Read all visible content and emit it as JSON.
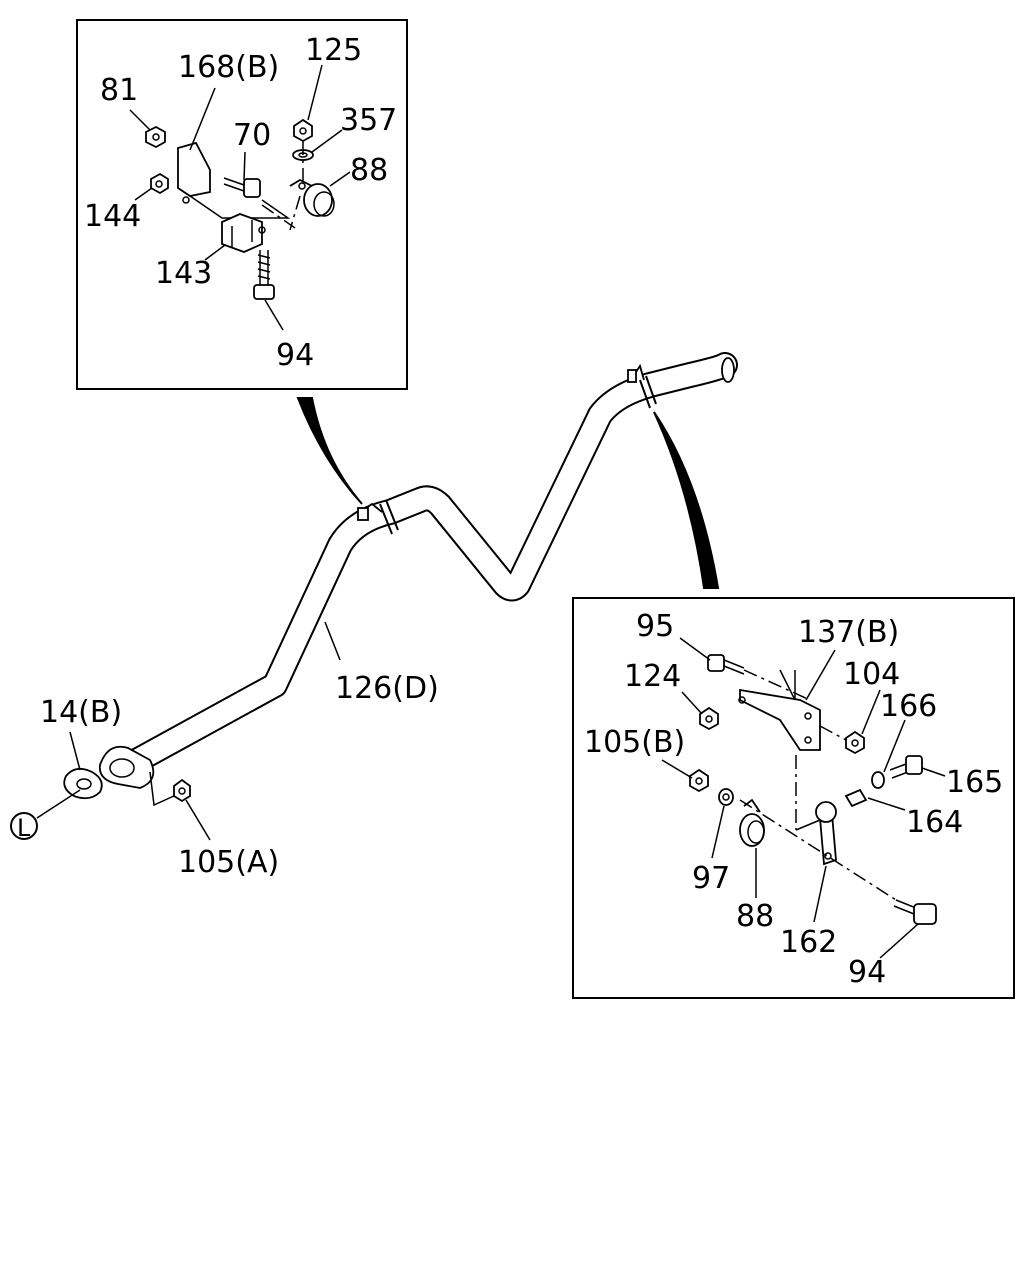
{
  "diagram": {
    "main_labels": {
      "pipe": "126(D)",
      "gasket": "14(B)",
      "nut_a": "105(A)",
      "connector": "L"
    },
    "left_inset_labels": {
      "n81": "81",
      "n168b": "168(B)",
      "n125": "125",
      "n357": "357",
      "n70": "70",
      "n88": "88",
      "n144": "144",
      "n143": "143",
      "n94": "94"
    },
    "right_inset_labels": {
      "n95": "95",
      "n137b": "137(B)",
      "n124": "124",
      "n104": "104",
      "n166": "166",
      "n105b": "105(B)",
      "n165": "165",
      "n164": "164",
      "n97": "97",
      "n88": "88",
      "n162": "162",
      "n94": "94"
    }
  }
}
